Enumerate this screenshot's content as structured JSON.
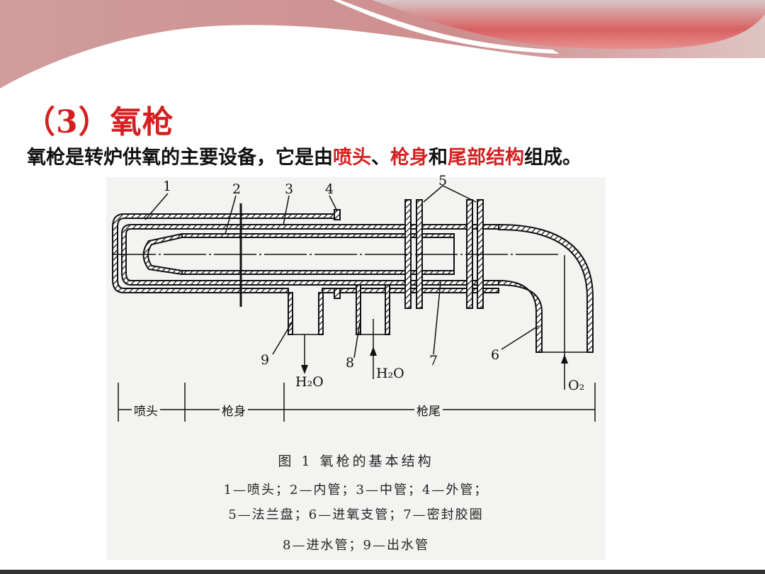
{
  "slide": {
    "title": "（3）氧枪",
    "subtitle_parts": [
      "氧枪是转炉供氧的主要设备，它是由",
      "喷头",
      "、",
      "枪身",
      "和",
      "尾部结构",
      "组成。"
    ],
    "accent_color": "#d42020"
  },
  "figure": {
    "part_numbers": [
      "1",
      "2",
      "3",
      "4",
      "5",
      "6",
      "7",
      "8",
      "9"
    ],
    "flow_labels": {
      "water_out": "H₂O",
      "water_in": "H₂O",
      "oxygen_in": "O₂"
    },
    "sections": [
      "喷头",
      "枪身",
      "枪尾"
    ],
    "caption_title": "图 1   氧枪的基本结构",
    "legend_lines": [
      "1—喷头；2—内管；3—中管；4—外管；",
      "5—法兰盘；6—进氧支管；7—密封胶圈",
      "8—进水管；9—出水管"
    ]
  }
}
